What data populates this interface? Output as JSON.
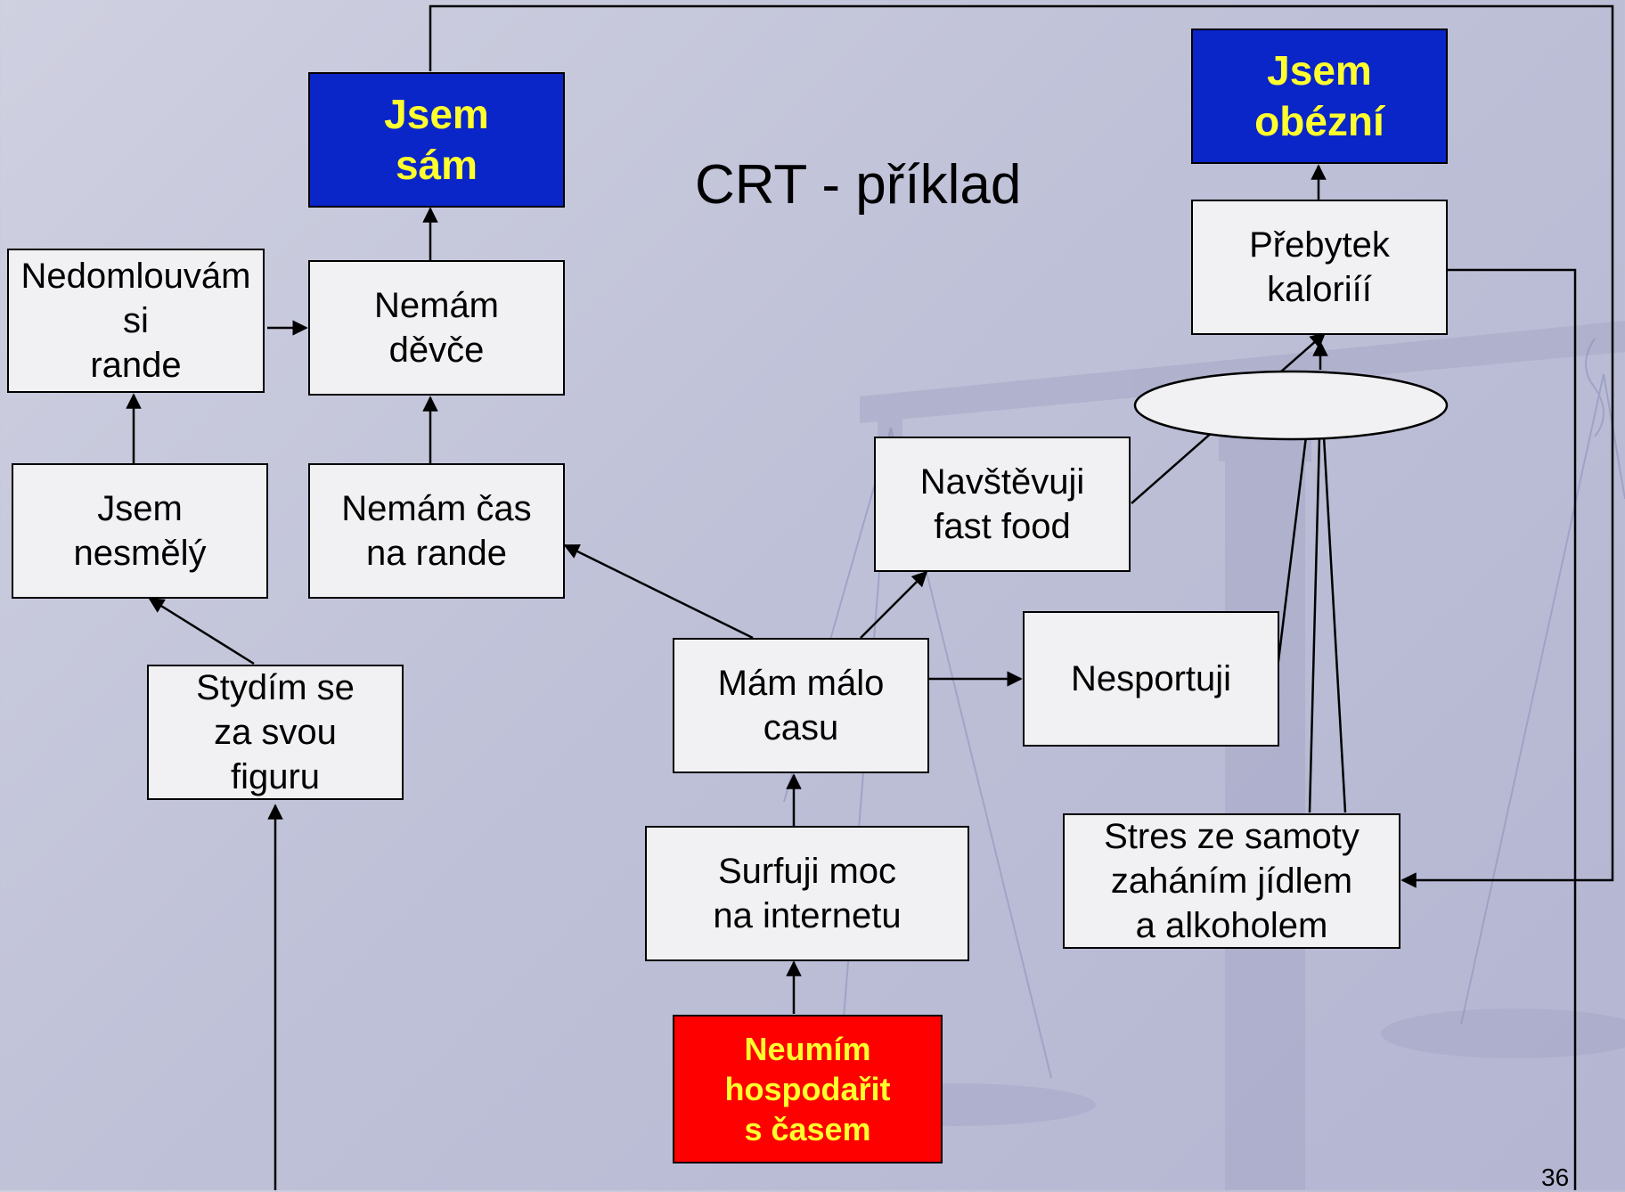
{
  "slide": {
    "title": "CRT - příklad",
    "number": "36"
  },
  "colors": {
    "effect_bg": "#0a25c8",
    "effect_text": "#ffff2e",
    "root_bg": "#ff0000",
    "root_text": "#ffff2e",
    "box_bg": "#f1f1f3",
    "line": "#000000"
  },
  "nodes": {
    "jsem_sam": "Jsem\nsám",
    "jsem_obezni": "Jsem\nobézní",
    "nedomlouvam": "Nedomlouvám\nsi\nrande",
    "nemam_devce": "Nemám\nděvče",
    "prebytek": "Přebytek\nkaloriíí",
    "jsem_nesmely": "Jsem\nnesmělý",
    "nemam_cas": "Nemám čas\nna rande",
    "navstevuji": "Navštěvuji\nfast food",
    "stydim_se": "Stydím se\nza svou\nfiguru",
    "mam_malo_casu": "Mám málo\ncasu",
    "nesportuji": "Nesportuji",
    "surfuji": "Surfuji  moc\nna internetu",
    "stres": "Stres ze samoty\nzaháním jídlem\na alkoholem",
    "neumim": "Neumím\nhospodařit\ns časem"
  }
}
